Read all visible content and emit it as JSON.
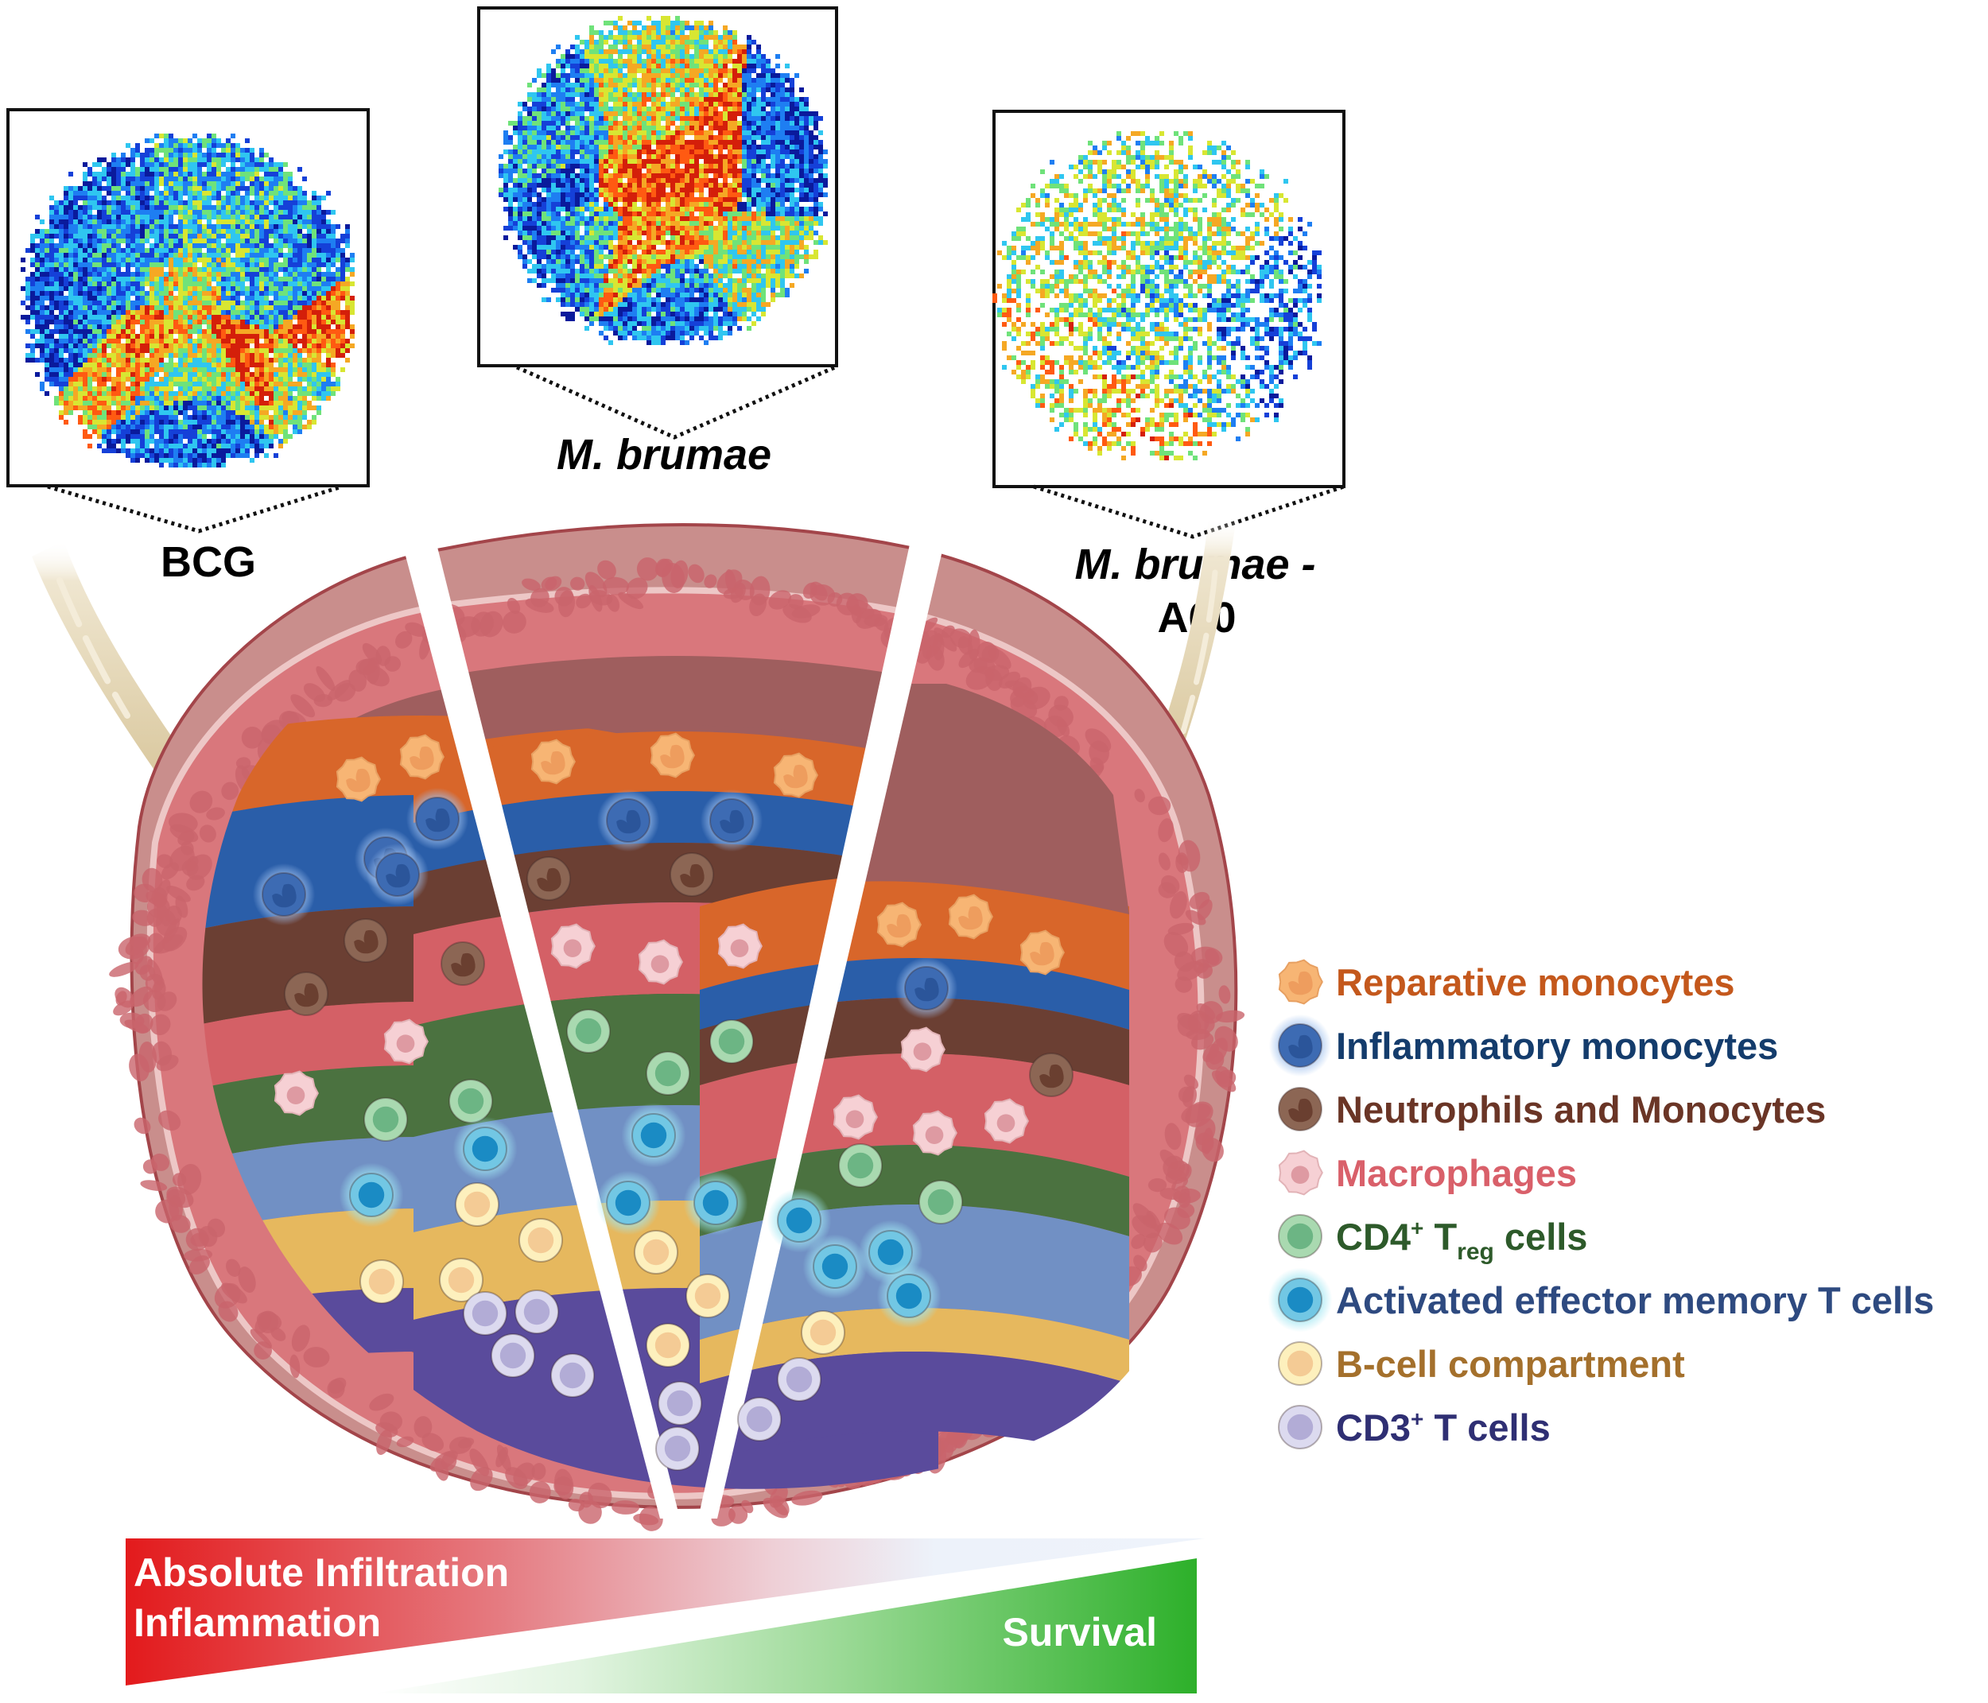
{
  "figure": {
    "panels": [
      {
        "id": "bcg",
        "label": "BCG",
        "italic": false
      },
      {
        "id": "mbrumae",
        "label": "M. brumae",
        "italic": true
      },
      {
        "id": "mbrumae_a60",
        "label_line1": "M. brumae -",
        "label_line2": "A60",
        "italic": true
      }
    ],
    "tsne_plots": [
      {
        "panel": "BCG",
        "description": "t-SNE density plot",
        "dominant": "mixed red/orange and blue clusters"
      },
      {
        "panel": "M. brumae",
        "description": "t-SNE density plot",
        "dominant": "dense red/orange center"
      },
      {
        "panel": "M. brumae - A60",
        "description": "t-SNE density plot",
        "dominant": "sparse, mostly blue with red center"
      }
    ],
    "legend": {
      "items": [
        {
          "label": "Reparative monocytes",
          "color": "#c4581c",
          "cell_fill": "#f7b574",
          "cell_nucleus": "#ee9d5e",
          "kind": "reparative"
        },
        {
          "label": "Inflammatory monocytes",
          "color": "#143c6c",
          "cell_fill": "#3d6bb3",
          "cell_nucleus": "#2b559a",
          "kind": "inflammatory"
        },
        {
          "label": "Neutrophils and Monocytes",
          "color": "#6a3526",
          "cell_fill": "#8c6654",
          "cell_nucleus": "#6a3f30",
          "kind": "neutrophil"
        },
        {
          "label": "Macrophages",
          "color": "#d9606a",
          "cell_fill": "#f6d0d4",
          "cell_nucleus": "#de9aa2",
          "kind": "macrophage"
        },
        {
          "label_main": "CD4",
          "label_sup": "+",
          "label_t": " T",
          "label_sub": "reg",
          "label_tail": " cells",
          "color": "#2d5a2a",
          "cell_fill": "#a9d9b0",
          "cell_nucleus": "#6cb584",
          "kind": "treg"
        },
        {
          "label": "Activated effector memory T cells",
          "color": "#2e4a80",
          "cell_fill": "#72c7e4",
          "cell_nucleus": "#1a8bc4",
          "kind": "effector"
        },
        {
          "label": "B-cell compartment",
          "color": "#a4702c",
          "cell_fill": "#fdf0bd",
          "cell_nucleus": "#f4cb95",
          "kind": "bcell"
        },
        {
          "label_main": "CD3",
          "label_sup": "+",
          "label_tail": " T cells",
          "color": "#2f2f73",
          "cell_fill": "#dcdaef",
          "cell_nucleus": "#b2acd6",
          "kind": "cd3"
        }
      ]
    },
    "bands": {
      "reparative": "#d8662a",
      "inflammatory": "#2a5ea9",
      "neutrophil": "#6b3f33",
      "macrophage": "#d46066",
      "treg": "#4b7240",
      "effector": "#7190c4",
      "bcell": "#e6b85e",
      "cd3": "#5a4b9c"
    },
    "gradient_bar": {
      "left_line1": "Absolute Infiltration",
      "left_line2": "Inflammation",
      "right_label": "Survival",
      "left_color": "#e31a1c",
      "right_color": "#2db02a"
    }
  }
}
